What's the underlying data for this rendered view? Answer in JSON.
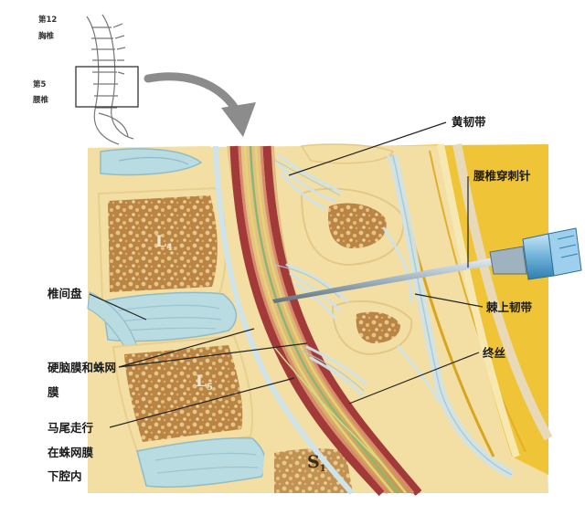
{
  "inset": {
    "t12_line1": "第12",
    "t12_line2": "胸椎",
    "l5_line1": "第5",
    "l5_line2": "腰椎"
  },
  "labels": {
    "ligamentum_flavum": "黄韧带",
    "lumbar_needle": "腰椎穿刺针",
    "supraspinous_ligament": "棘上韧带",
    "intervertebral_disc": "椎间盘",
    "dura_line1": "硬脑膜和蛛网",
    "dura_line2": "膜",
    "filum_terminale": "终丝",
    "cauda_line1": "马尾走行",
    "cauda_line2": "在蛛网膜",
    "cauda_line3": "下腔内"
  },
  "vertebrae": {
    "l4_main": "L",
    "l4_sub": "4",
    "l5_main": "L",
    "l5_sub": "5",
    "s1_main": "S",
    "s1_sub": "1"
  },
  "colors": {
    "bone": "#f3dfa3",
    "spongy": "#a8743a",
    "disc": "#b9dbe2",
    "dura": "#a33a3a",
    "fat": "#f0c437",
    "ligament": "#cfe3ea",
    "arrow": "#8c8c8c"
  }
}
